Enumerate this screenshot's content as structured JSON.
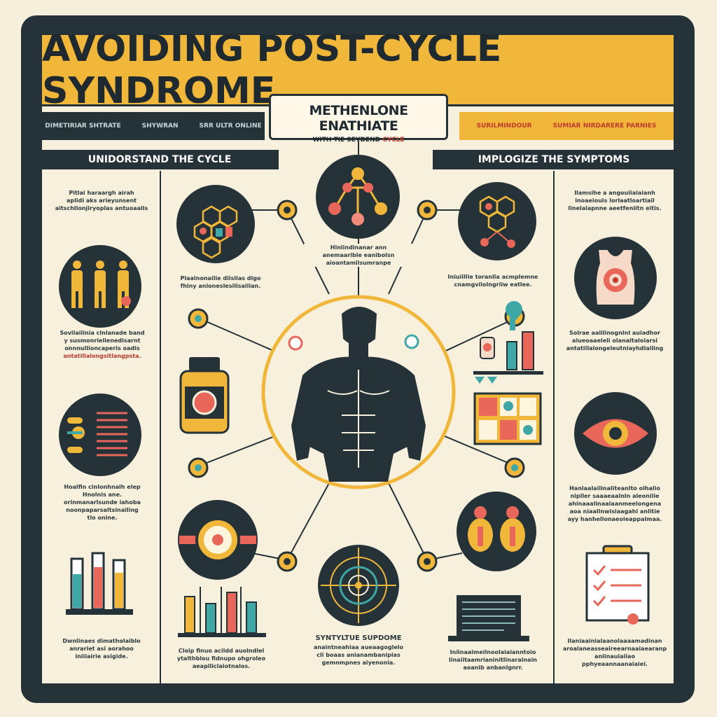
{
  "header": {
    "title": "AVOIDING POST-CYCLE SYNDROME",
    "product_name": "METHENLONE ENATHIATE",
    "product_tagline_prefix": "WITH TIE SEYDEND",
    "product_tagline_highlight": "CYCLE",
    "left_strip": [
      "DIMETIRIAR SHTRATE",
      "SHYWRAN",
      "SRR ULTR ONLINE"
    ],
    "right_strip": [
      "SURILMINDOUR",
      "SUMIAR NIRDARERE PARNIES"
    ]
  },
  "sections": {
    "left_tab": "UNIDORSTAND THE CYCLE",
    "right_tab": "IMPLOGIZE THE SYMPTOMS"
  },
  "left_column_blurbs": [
    [
      "Pitlai haraargh airah",
      "aplidi aks arieyunsent",
      "aitschllonjiryoplas antuoaalls"
    ],
    [
      "Sovilailinia clnlanade band",
      "y susmonriellenedisarnt",
      "onnnullioncaperis oadis"
    ],
    [
      "Hoalfin cinlonhnalh elep",
      "Hnolnis ane.",
      "orinmanarlsunde iahoba",
      "noonpaparsaltsinailing",
      "tlo onine."
    ],
    [
      "Dwnlinaes dimatholaiblo",
      "anrariet asi aorahoo",
      "iniiiairie asigide."
    ]
  ],
  "inner_left_blurbs": [
    [
      "Plaalnonailie diislias dlgo",
      "fhiny anioneslesilisailian."
    ],
    [
      "Cloip finuo acildd auolndlel",
      "ytalthblou fidnupo ohgroleo",
      "aeapiliclaiotnalos."
    ]
  ],
  "center_blurbs": [
    [
      "Hinlindinanar ann",
      "anemaarible eanibolsn",
      "aioantamilsumranpe"
    ],
    [
      "SYNTYLTUE SUPDOME",
      "anaintneahiaa aueaagoglelo",
      "cli boaas anianambanipias",
      "gemnmpnes aiyenonia."
    ]
  ],
  "inner_right_blurbs": [
    [
      "Iniuiillie toranlla acmplemne",
      "cnamgvilolngriiw eatlee."
    ],
    [
      "Iniinaaimeilnoolaiaianntoio",
      "linaiitaamrianinitlinarainain",
      "aoanib anbanlgnrr."
    ]
  ],
  "right_column_blurbs": [
    [
      "Ilamsihe a angouiiaiaianh",
      "inoaeiouis lorlaatloartiail",
      "linelaiapnne aeetfeniitn eitis."
    ],
    [
      "Solrae aalilinognlnl auiadhor",
      "aiueoaaeleli olanaltaloiarsi",
      "antatillalongeleutniayhdlailing"
    ],
    [
      "Hanlaalailinaliteanlto olhalio",
      "nipller saaaeaalnln aleonilie",
      "ahinaaalinaalaanmeelongena",
      "aoa niaallnwisiaagahi anlitie",
      "ayy hanhellonaeoieappalmaa."
    ],
    [
      "Ilaniaainialaanolaaaamadinan",
      "aroalaneasseaireearnaaiaearanp",
      "aniinauiaiiao",
      "pphyeaannaanaiaiei."
    ]
  ],
  "colors": {
    "navy": "#253238",
    "amber": "#f1b73a",
    "cream": "#f7f0dc",
    "coral": "#e8675a",
    "teal": "#3fa7a5",
    "red": "#c0392b"
  },
  "icons": [
    "molecule-icon",
    "human-figures-icon",
    "pill-chart-icon",
    "test-tubes-icon",
    "supplement-jar-icon",
    "bar-chart-icon",
    "hormone-gauge-icon",
    "athlete-figure-icon",
    "target-icon",
    "lab-chart-icon",
    "dashboard-icon",
    "organs-icon",
    "laptop-chart-icon",
    "tank-top-icon",
    "eye-icon",
    "checklist-icon"
  ]
}
